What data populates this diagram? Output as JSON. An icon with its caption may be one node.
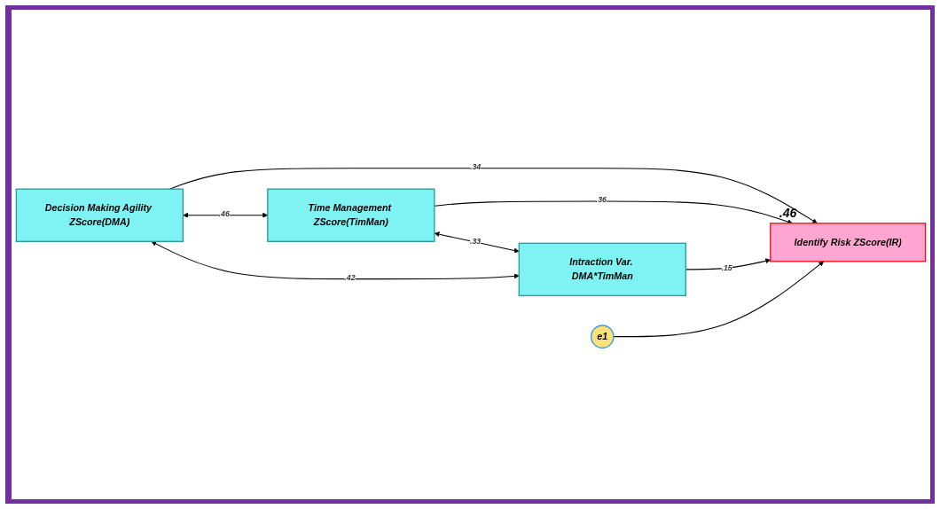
{
  "diagram": {
    "nodes": [
      {
        "text": [
          "Decision Making Agility ZScore(DMA)"
        ]
      },
      {
        "text": [
          "Time Management ZScore(TimMan)"
        ]
      },
      {
        "text": [
          "Intraction Var. DMA*TimMan"
        ]
      },
      {
        "text": [
          "e1"
        ]
      },
      {
        "text": [
          "Identify Risk ZScore(IR)"
        ],
        "beside": [
          ".46"
        ]
      }
    ],
    "edges": [
      {
        "from": 0,
        "to": 1,
        "arrow": "both",
        "label": ".46"
      },
      {
        "from": 1,
        "to": 2,
        "arrow": "both",
        "label": ".33"
      },
      {
        "from": 0,
        "to": 2,
        "arrow": "both",
        "label": ".42"
      },
      {
        "from": 0,
        "to": 4,
        "arrow": "to",
        "label": ".34"
      },
      {
        "from": 1,
        "to": 4,
        "arrow": "to",
        "label": ".36"
      },
      {
        "from": 2,
        "to": 4,
        "arrow": "to",
        "label": ".15"
      },
      {
        "from": 3,
        "to": 4,
        "arrow": "to"
      }
    ]
  }
}
